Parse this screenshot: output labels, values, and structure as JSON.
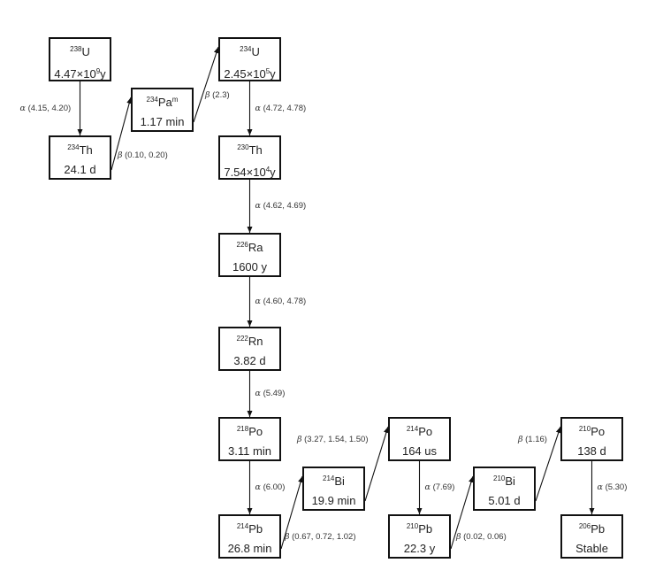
{
  "title": "Uranium-238 decay series",
  "nodes": [
    {
      "id": "u238",
      "mass": "238",
      "symbol": "U",
      "half_life": "4.47×10",
      "hl_exp": "9",
      "hl_unit": "y"
    },
    {
      "id": "th234",
      "mass": "234",
      "symbol": "Th",
      "half_life": "24.1 d"
    },
    {
      "id": "pa234m",
      "mass": "234",
      "symbol": "Pa",
      "symbol_sup": "m",
      "half_life": "1.17 min"
    },
    {
      "id": "u234",
      "mass": "234",
      "symbol": "U",
      "half_life": "2.45×10",
      "hl_exp": "5",
      "hl_unit": "y"
    },
    {
      "id": "th230",
      "mass": "230",
      "symbol": "Th",
      "half_life": "7.54×10",
      "hl_exp": "4",
      "hl_unit": "y"
    },
    {
      "id": "ra226",
      "mass": "226",
      "symbol": "Ra",
      "half_life": "1600 y"
    },
    {
      "id": "rn222",
      "mass": "222",
      "symbol": "Rn",
      "half_life": "3.82 d"
    },
    {
      "id": "po218",
      "mass": "218",
      "symbol": "Po",
      "half_life": "3.11 min"
    },
    {
      "id": "pb214",
      "mass": "214",
      "symbol": "Pb",
      "half_life": "26.8 min"
    },
    {
      "id": "bi214",
      "mass": "214",
      "symbol": "Bi",
      "half_life": "19.9 min"
    },
    {
      "id": "po214",
      "mass": "214",
      "symbol": "Po",
      "half_life": "164 us"
    },
    {
      "id": "pb210",
      "mass": "210",
      "symbol": "Pb",
      "half_life": "22.3 y"
    },
    {
      "id": "bi210",
      "mass": "210",
      "symbol": "Bi",
      "half_life": "5.01 d"
    },
    {
      "id": "po210",
      "mass": "210",
      "symbol": "Po",
      "half_life": "138 d"
    },
    {
      "id": "pb206",
      "mass": "206",
      "symbol": "Pb",
      "half_life": "Stable"
    }
  ],
  "decays": [
    {
      "from": "u238",
      "to": "th234",
      "mode": "α",
      "energies": "(4.15, 4.20)"
    },
    {
      "from": "th234",
      "to": "pa234m",
      "mode": "β",
      "energies": "(0.10, 0.20)"
    },
    {
      "from": "pa234m",
      "to": "u234",
      "mode": "β",
      "energies": "(2.3)"
    },
    {
      "from": "u234",
      "to": "th230",
      "mode": "α",
      "energies": "(4.72, 4.78)"
    },
    {
      "from": "th230",
      "to": "ra226",
      "mode": "α",
      "energies": "(4.62, 4.69)"
    },
    {
      "from": "ra226",
      "to": "rn222",
      "mode": "α",
      "energies": "(4.60, 4.78)"
    },
    {
      "from": "rn222",
      "to": "po218",
      "mode": "α",
      "energies": "(5.49)"
    },
    {
      "from": "po218",
      "to": "pb214",
      "mode": "α",
      "energies": "(6.00)"
    },
    {
      "from": "pb214",
      "to": "bi214",
      "mode": "β",
      "energies": "(0.67, 0.72, 1.02)"
    },
    {
      "from": "bi214",
      "to": "po214",
      "mode": "β",
      "energies": "(3.27, 1.54, 1.50)"
    },
    {
      "from": "po214",
      "to": "pb210",
      "mode": "α",
      "energies": "(7.69)"
    },
    {
      "from": "pb210",
      "to": "bi210",
      "mode": "β",
      "energies": "(0.02, 0.06)"
    },
    {
      "from": "bi210",
      "to": "po210",
      "mode": "β",
      "energies": "(1.16)"
    },
    {
      "from": "po210",
      "to": "pb206",
      "mode": "α",
      "energies": "(5.30)"
    }
  ]
}
